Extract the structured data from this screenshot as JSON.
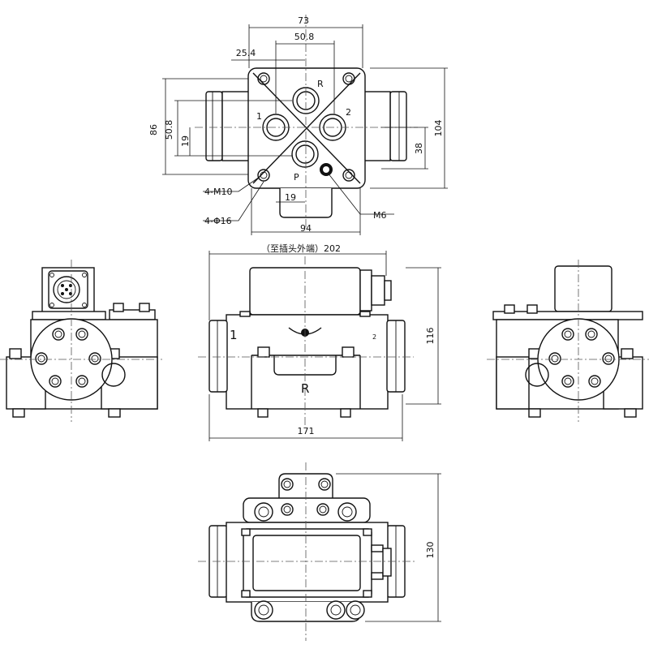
{
  "top_view": {
    "dims": {
      "w73": "73",
      "w50_8": "50.8",
      "w25_4": "25.4",
      "h86": "86",
      "h50_8": "50.8",
      "h19": "19",
      "h104": "104",
      "h38": "38",
      "w19": "19",
      "w94": "94"
    },
    "ports": {
      "r": "R",
      "one": "1",
      "two": "2",
      "p": "P"
    },
    "callouts": {
      "m10": "4-M10",
      "phi16": "4-Φ16",
      "m6": "M6"
    }
  },
  "front_view": {
    "overall_length": "（至插头外端）202",
    "height": "116",
    "body_length": "171",
    "port_1": "1",
    "port_2": "2",
    "port_r": "R"
  },
  "bottom_view": {
    "height": "130"
  }
}
